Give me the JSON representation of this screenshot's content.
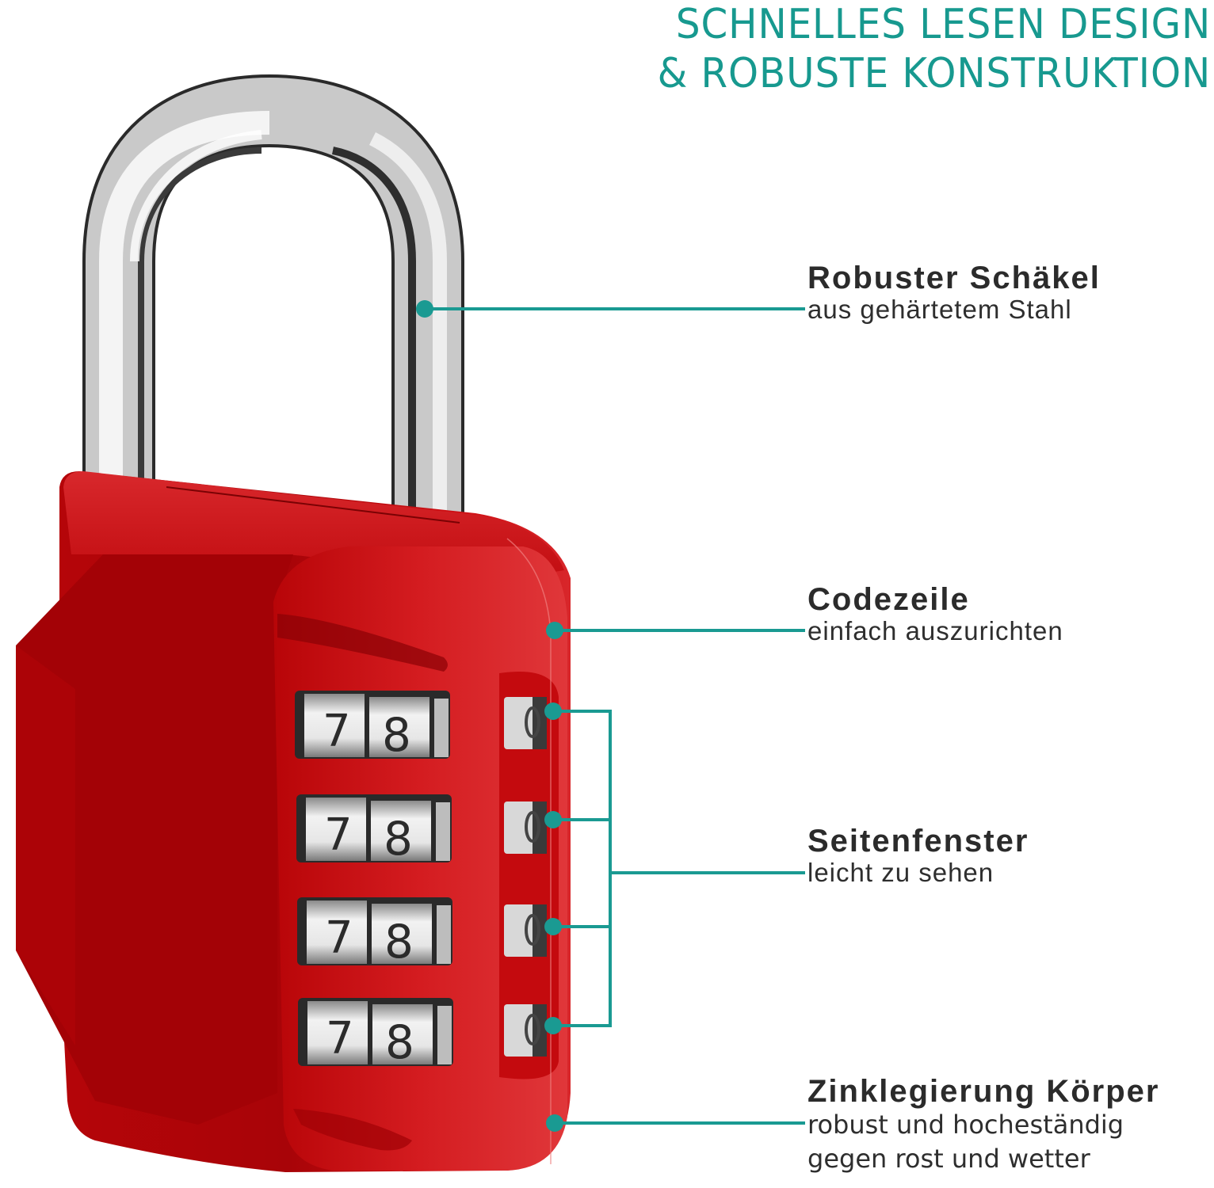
{
  "headline": {
    "line1": "SCHNELLES LESEN DESIGN",
    "line2": "& ROBUSTE KONSTRUKTION",
    "color": "#17998f"
  },
  "product": {
    "type": "combination-padlock",
    "body_color": "#c8080c",
    "shackle_material": "chrome-steel",
    "dials": [
      {
        "digits": [
          "7",
          "8"
        ]
      },
      {
        "digits": [
          "7",
          "8"
        ]
      },
      {
        "digits": [
          "7",
          "8"
        ]
      },
      {
        "digits": [
          "7",
          "8"
        ]
      }
    ]
  },
  "callouts": [
    {
      "title": "Robuster Schäkel",
      "subtitle": "aus gehärtetem Stahl"
    },
    {
      "title": "Codezeile",
      "subtitle": "einfach auszurichten"
    },
    {
      "title": "Seitenfenster",
      "subtitle": "leicht zu sehen"
    },
    {
      "title": "Zinklegierung Körper",
      "subtitle": "robust und hocheständig",
      "subtitle2": "gegen rost und wetter"
    }
  ],
  "connector_color": "#1a9a92"
}
